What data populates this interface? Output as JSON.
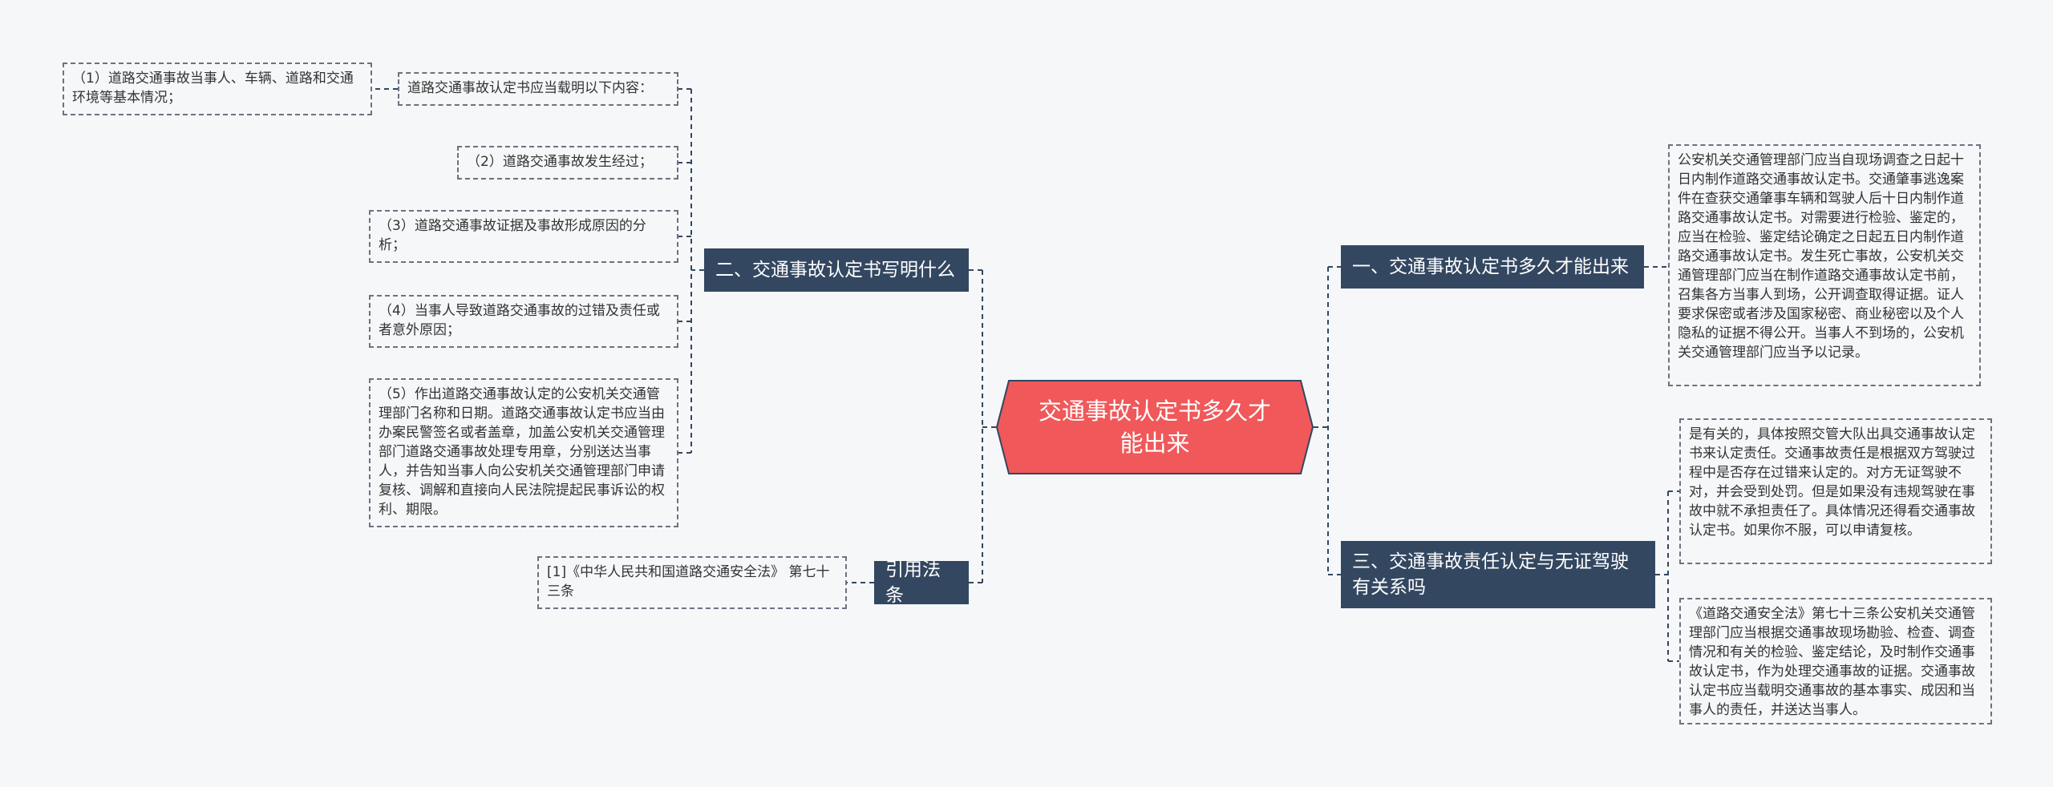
{
  "center": {
    "label": "交通事故认定书多久才能出来"
  },
  "branches": {
    "left1": "二、交通事故认定书写明什么",
    "left2": "引用法条",
    "right1": "一、交通事故认定书多久才能出来",
    "right3": "三、交通事故责任认定与无证驾驶有关系吗"
  },
  "leaves": {
    "lead": "道路交通事故认定书应当载明以下内容：",
    "item1": "（1）道路交通事故当事人、车辆、道路和交通环境等基本情况；",
    "item2": "（2）道路交通事故发生经过；",
    "item3": "（3）道路交通事故证据及事故形成原因的分析；",
    "item4": "（4）当事人导致道路交通事故的过错及责任或者意外原因；",
    "item5": "（5）作出道路交通事故认定的公安机关交通管理部门名称和日期。道路交通事故认定书应当由办案民警签名或者盖章，加盖公安机关交通管理部门道路交通事故处理专用章，分别送达当事人，并告知当事人向公安机关交通管理部门申请复核、调解和直接向人民法院提起民事诉讼的权利、期限。",
    "cite": "[1]《中华人民共和国道路交通安全法》 第七十三条",
    "right1": "公安机关交通管理部门应当自现场调查之日起十日内制作道路交通事故认定书。交通肇事逃逸案件在查获交通肇事车辆和驾驶人后十日内制作道路交通事故认定书。对需要进行检验、鉴定的，应当在检验、鉴定结论确定之日起五日内制作道路交通事故认定书。发生死亡事故，公安机关交通管理部门应当在制作道路交通事故认定书前，召集各方当事人到场，公开调查取得证据。证人要求保密或者涉及国家秘密、商业秘密以及个人隐私的证据不得公开。当事人不到场的，公安机关交通管理部门应当予以记录。",
    "right3a": "是有关的，具体按照交管大队出具交通事故认定书来认定责任。交通事故责任是根据双方驾驶过程中是否存在过错来认定的。对方无证驾驶不对，并会受到处罚。但是如果没有违规驾驶在事故中就不承担责任了。具体情况还得看交通事故认定书。如果你不服，可以申请复核。",
    "right3b": "《道路交通安全法》第七十三条公安机关交通管理部门应当根据交通事故现场勘验、检查、调查情况和有关的检验、鉴定结论，及时制作交通事故认定书，作为处理交通事故的证据。交通事故认定书应当载明交通事故的基本事实、成因和当事人的责任，并送达当事人。"
  },
  "colors": {
    "center_fill": "#f0585a",
    "branch_fill": "#334761",
    "line": "#334761",
    "leaf_border": "#6b7280",
    "background": "#f6f7f9"
  }
}
